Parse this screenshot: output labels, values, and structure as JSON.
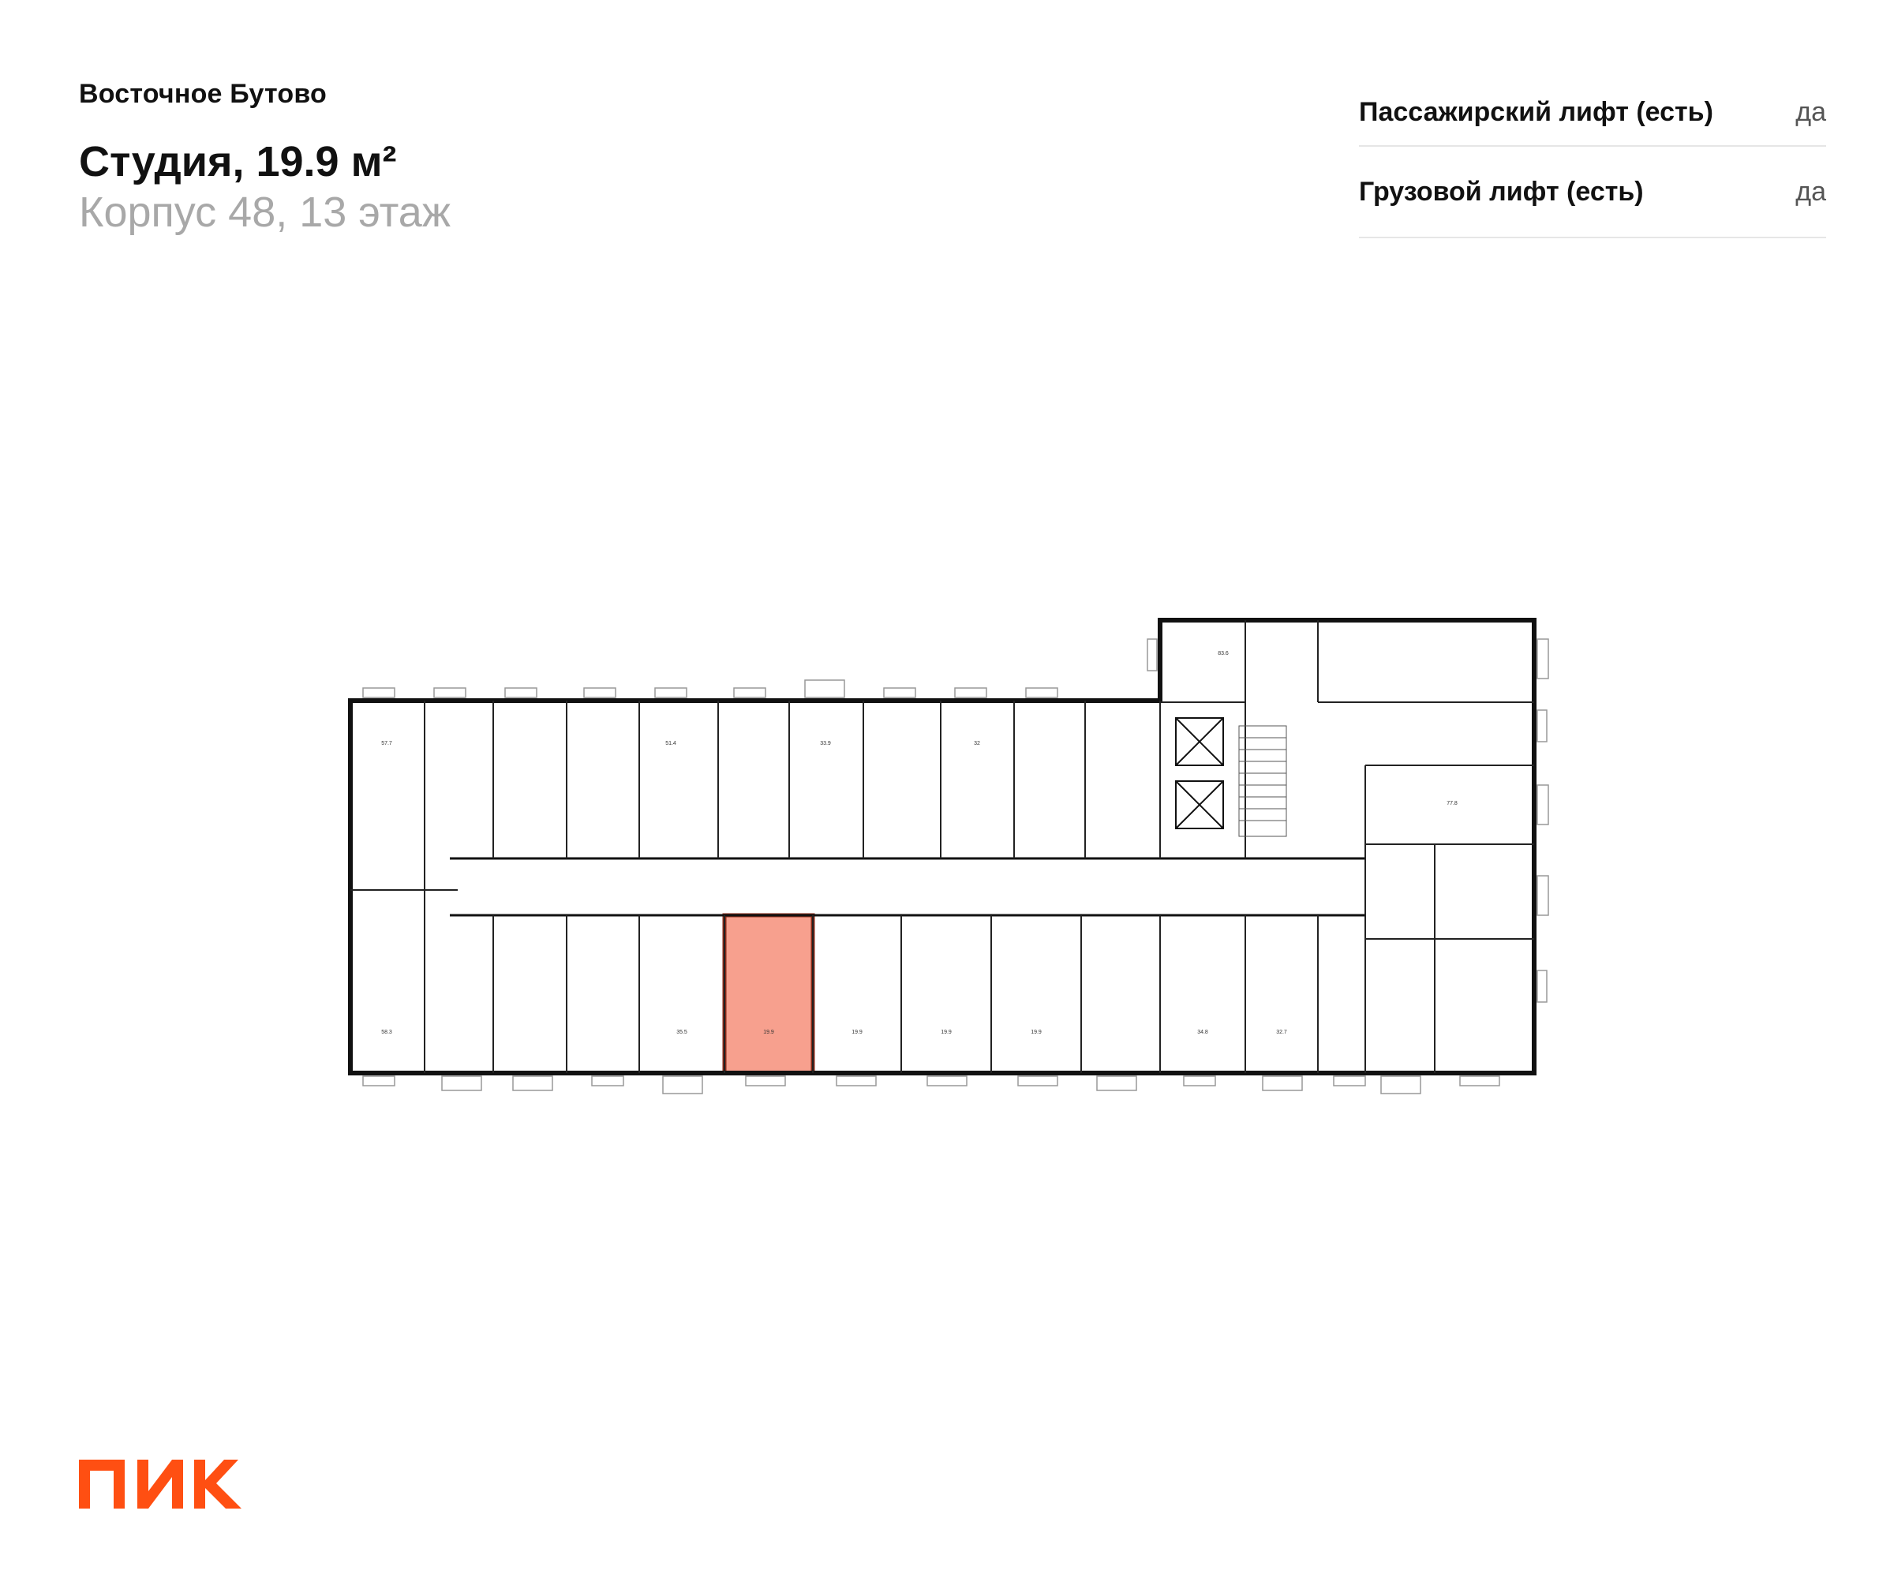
{
  "header": {
    "project": "Восточное Бутово",
    "title": "Студия, 19.9 м²",
    "subtitle": "Корпус 48, 13 этаж"
  },
  "specs": [
    {
      "label": "Пассажирский лифт (есть)",
      "value": "да"
    },
    {
      "label": "Грузовой лифт (есть)",
      "value": "да"
    }
  ],
  "plan": {
    "highlight_color": "#f7a08e",
    "wall_color": "#111111",
    "areas": {
      "a1": "57.7",
      "a2": "51.4",
      "a3": "33.9",
      "a4": "32",
      "a5": "83.6",
      "a6": "77.8",
      "a7": "58.3",
      "a8": "35.5",
      "a9": "19.9",
      "a10": "19.9",
      "a11": "19.9",
      "a12": "19.9",
      "a13": "34.8",
      "a14": "32.7"
    }
  },
  "logo": {
    "text": "ПИК",
    "color": "#ff4f12"
  }
}
